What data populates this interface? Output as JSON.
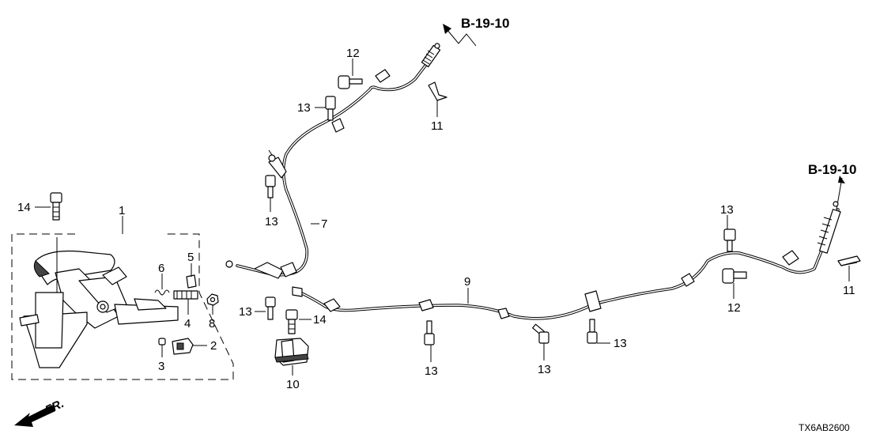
{
  "callouts": {
    "c1": "1",
    "c2": "2",
    "c3": "3",
    "c4": "4",
    "c5": "5",
    "c6": "6",
    "c7": "7",
    "c8": "8",
    "c9": "9",
    "c10": "10",
    "c11_top": "11",
    "c11_right": "11",
    "c12_top": "12",
    "c12_right": "12",
    "c13_a": "13",
    "c13_b": "13",
    "c13_c": "13",
    "c13_d": "13",
    "c13_e": "13",
    "c13_f": "13",
    "c13_g": "13",
    "c14_left": "14",
    "c14_mid": "14"
  },
  "references": {
    "top": "B-19-10",
    "right": "B-19-10"
  },
  "direction_label": "FR.",
  "diagram_code": "TX6AB2600",
  "icons": [
    "bolt-icon",
    "nut-icon",
    "clip-icon",
    "front-arrow-icon"
  ]
}
